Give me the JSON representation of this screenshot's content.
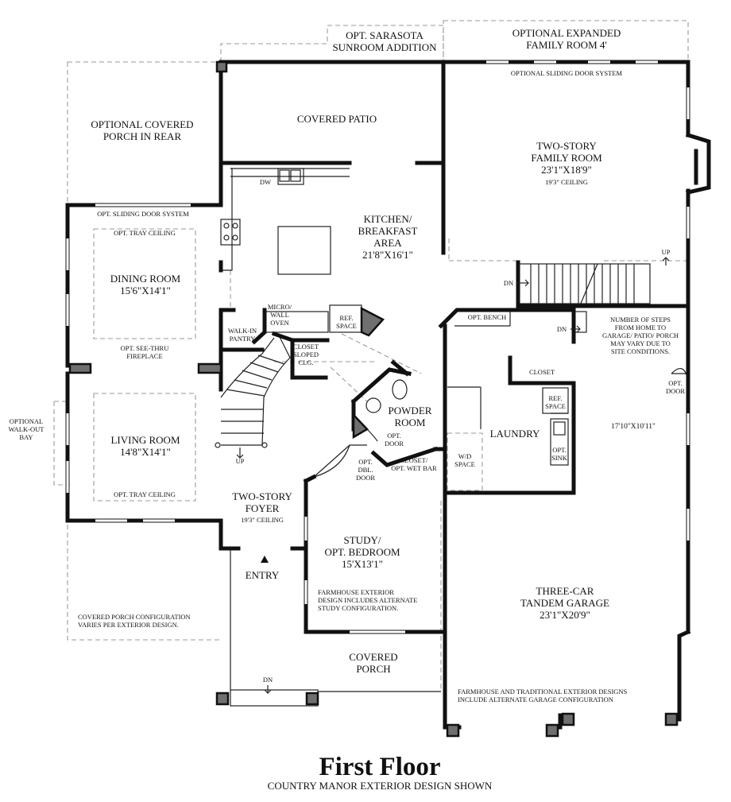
{
  "title": "First Floor",
  "subtitle": "COUNTRY MANOR EXTERIOR DESIGN SHOWN",
  "labels": {
    "sunroom": [
      "OPT. SARASOTA",
      "SUNROOM ADDITION"
    ],
    "expanded_family": [
      "OPTIONAL EXPANDED",
      "FAMILY ROOM 4'"
    ],
    "sliding_door_family": "OPTIONAL SLIDING DOOR SYSTEM",
    "covered_porch_rear": [
      "OPTIONAL COVERED",
      "PORCH IN REAR"
    ],
    "covered_patio": "COVERED PATIO",
    "family_room": [
      "TWO-STORY",
      "FAMILY ROOM",
      "23'1\"X18'9\""
    ],
    "family_ceiling": "19'3\" CEILING",
    "dw": "DW",
    "kitchen": [
      "KITCHEN/",
      "BREAKFAST",
      "AREA",
      "21'8\"X16'1\""
    ],
    "sliding_door_dining": "OPT. SLIDING DOOR SYSTEM",
    "tray_ceiling_dining": "OPT. TRAY CEILING",
    "dining_room": [
      "DINING ROOM",
      "15'6\"X14'1\""
    ],
    "see_thru": [
      "OPT. SEE-THRU",
      "FIREPLACE"
    ],
    "up_family": "UP",
    "dn_family": "DN",
    "micro": [
      "MICRO/",
      "WALL",
      "OVEN"
    ],
    "ref_space_kitchen": [
      "REF.",
      "SPACE"
    ],
    "walk_in": [
      "WALK-IN",
      "PANTRY"
    ],
    "closet_sloped": [
      "CLOSET",
      "SLOPED",
      "CLG."
    ],
    "opt_bench": "OPT. BENCH",
    "dn_laundry": "DN",
    "steps_note": [
      "NUMBER OF STEPS",
      "FROM HOME TO",
      "GARAGE/ PATIO/ PORCH",
      "MAY VARY DUE TO",
      "SITE CONDITIONS."
    ],
    "closet_laundry": "CLOSET",
    "opt_door_garage": [
      "OPT.",
      "DOOR"
    ],
    "ref_space_laundry": [
      "REF.",
      "SPACE"
    ],
    "laundry": "LAUNDRY",
    "garage_side": "17'10\"X10'11\"",
    "powder_room": [
      "POWDER",
      "ROOM"
    ],
    "opt_door_powder": [
      "OPT.",
      "DOOR"
    ],
    "wd_space": [
      "W/D",
      "SPACE"
    ],
    "opt_sink": [
      "OPT.",
      "SINK"
    ],
    "optional_walkout": [
      "OPTIONAL",
      "WALK-OUT",
      "BAY"
    ],
    "living_room": [
      "LIVING ROOM",
      "14'8\"X14'1\""
    ],
    "up_foyer": "UP",
    "opt_dbl_door": [
      "OPT.",
      "DBL.",
      "DOOR"
    ],
    "closet_wet_bar": [
      "CLOSET/",
      "OPT. WET BAR"
    ],
    "tray_ceiling_living": "OPT. TRAY CEILING",
    "foyer": [
      "TWO-STORY",
      "FOYER"
    ],
    "foyer_ceiling": "19'3\" CEILING",
    "study": [
      "STUDY/",
      "OPT. BEDROOM",
      "15'X13'1\""
    ],
    "entry": "ENTRY",
    "farmhouse_study": [
      "FARMHOUSE EXTERIOR",
      "DESIGN INCLUDES ALTERNATE",
      "STUDY CONFIGURATION."
    ],
    "porch_config": [
      "COVERED PORCH CONFIGURATION",
      "VARIES PER EXTERIOR DESIGN."
    ],
    "garage": [
      "THREE-CAR",
      "TANDEM GARAGE",
      "23'1\"X20'9\""
    ],
    "covered_porch_front": [
      "COVERED",
      "PORCH"
    ],
    "dn_porch": "DN",
    "farmhouse_garage": [
      "FARMHOUSE AND TRADITIONAL EXTERIOR DESIGNS",
      "INCLUDE ALTERNATE GARAGE CONFIGURATION"
    ]
  }
}
